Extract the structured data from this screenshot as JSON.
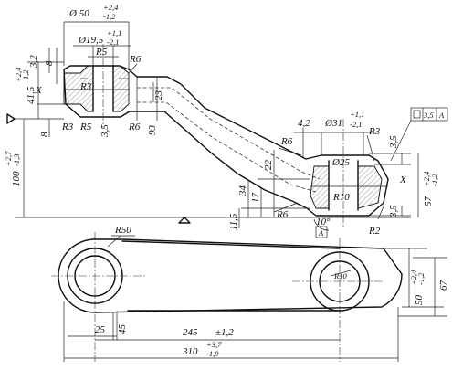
{
  "side_view": {
    "d_outer": "Ø 50",
    "d_outer_tol_up": "+2,4",
    "d_outer_tol_dn": "-1,2",
    "d_inner": "Ø19,5",
    "d_inner_tol_up": "+1,1",
    "d_inner_tol_dn": "-2,1",
    "r5_top": "R5",
    "r6_top": "R6",
    "r3_left": "R3",
    "r3_low": "R3",
    "r5_low": "R5",
    "r6_low": "R6",
    "d_3_2": "3,2",
    "d_8_top": "8",
    "d_8_low": "8",
    "d_41_5": "41,5",
    "d_41_5_up": "+2,4",
    "d_41_5_dn": "-1,2",
    "d_100": "100",
    "d_100_up": "+2,7",
    "d_100_dn": "-1,3",
    "d_23": "23",
    "d_93": "93",
    "d_3_5_mid": "3,5",
    "x_left": "X",
    "d_4_2": "4,2",
    "d_31": "Ø31",
    "d_31_up": "+1,1",
    "d_31_dn": "-2,1",
    "r6_right": "R6",
    "r3_right": "R3",
    "d_3_5_right": "3,5",
    "d_25": "Ø25",
    "r10": "R10",
    "d_22": "22",
    "d_34": "34",
    "d_17": "17",
    "d_11_5": "11,5",
    "r6_bottom": "R6",
    "angle": "10°",
    "datum_a": "A",
    "r2": "R2",
    "d_3_5_bottom": "3,5",
    "d_57": "57",
    "d_57_up": "+2,4",
    "d_57_dn": "-1,2",
    "x_right": "X",
    "fcf_value": "3,5",
    "fcf_datum": "A"
  },
  "plan_view": {
    "r50": "R50",
    "r10": "R10",
    "d_25": "25",
    "d_45": "45",
    "d_245": "245",
    "d_245_tol": "±1,2",
    "d_310": "310",
    "d_310_up": "+3,7",
    "d_310_dn": "-1,9",
    "d_50": "50",
    "d_50_up": "+2,4",
    "d_50_dn": "-1,2",
    "d_67": "67"
  }
}
